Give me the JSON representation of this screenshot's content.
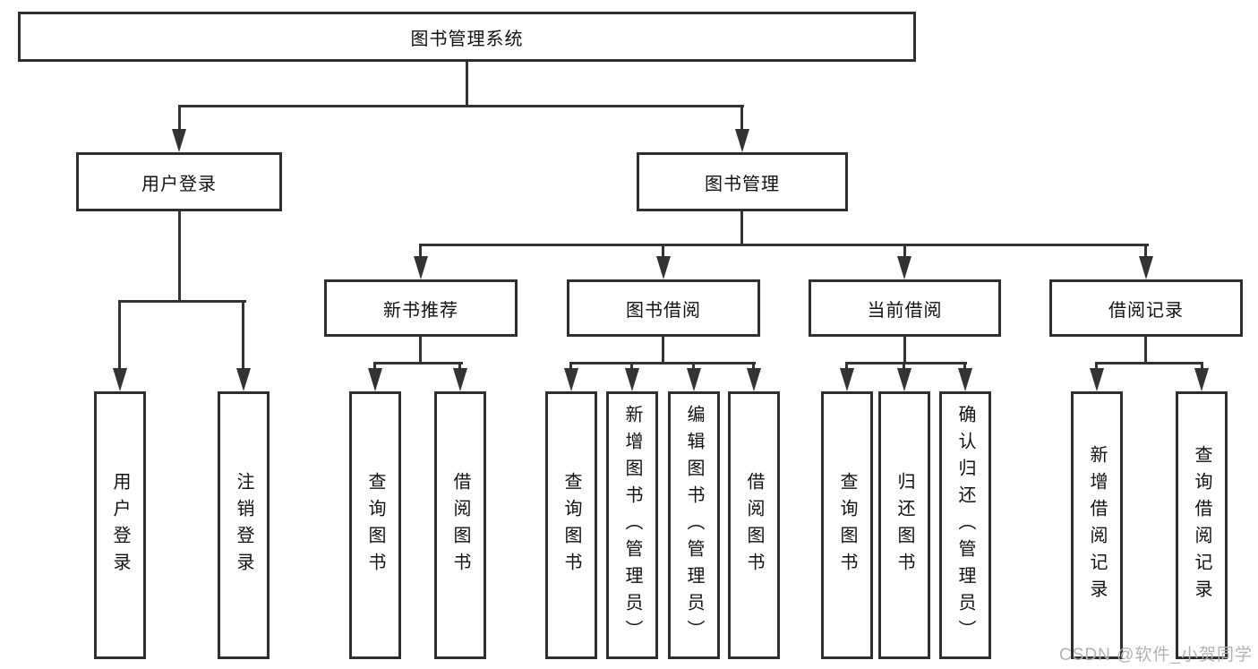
{
  "root": {
    "label": "图书管理系统"
  },
  "branches": [
    {
      "label": "用户登录",
      "children": [
        {
          "label": "用户登录"
        },
        {
          "label": "注销登录"
        }
      ]
    },
    {
      "label": "图书管理",
      "children": [
        {
          "label": "新书推荐",
          "children": [
            {
              "label": "查询图书"
            },
            {
              "label": "借阅图书"
            }
          ]
        },
        {
          "label": "图书借阅",
          "children": [
            {
              "label": "查询图书"
            },
            {
              "label": "新增图书（管理员）"
            },
            {
              "label": "编辑图书（管理员）"
            },
            {
              "label": "借阅图书"
            }
          ]
        },
        {
          "label": "当前借阅",
          "children": [
            {
              "label": "查询图书"
            },
            {
              "label": "归还图书"
            },
            {
              "label": "确认归还（管理员）"
            }
          ]
        },
        {
          "label": "借阅记录",
          "children": [
            {
              "label": "新增借阅记录"
            },
            {
              "label": "查询借阅记录"
            }
          ]
        }
      ]
    }
  ],
  "watermark": {
    "text": "CSDN @软件_小贺同学"
  },
  "colors": {
    "line": "#333333",
    "box_border": "#2e2e2e",
    "text": "#111111",
    "watermark_text": "#b3b3b3",
    "background": "#ffffff"
  }
}
